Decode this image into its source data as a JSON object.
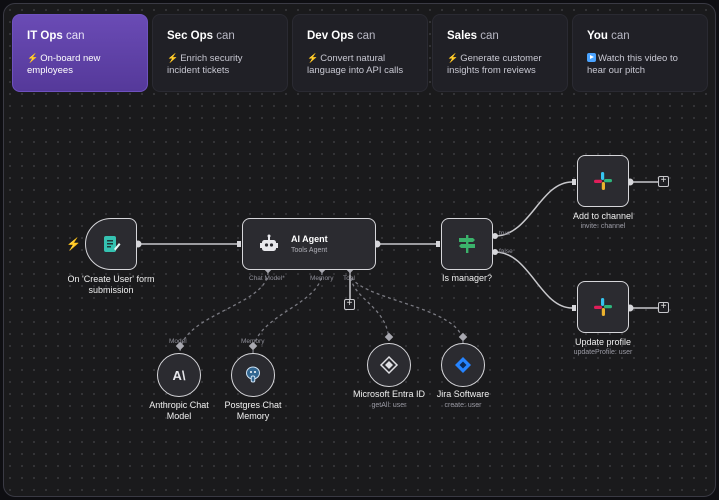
{
  "tabs": [
    {
      "team": "IT Ops",
      "can": "can",
      "icon": "bolt-icon",
      "desc_line1": "On-board new",
      "desc_line2": "employees",
      "active": true
    },
    {
      "team": "Sec Ops",
      "can": "can",
      "icon": "bolt-icon",
      "desc_line1": "Enrich security",
      "desc_line2": "incident tickets",
      "active": false
    },
    {
      "team": "Dev Ops",
      "can": "can",
      "icon": "bolt-icon",
      "desc_line1": "Convert natural",
      "desc_line2": "language into API calls",
      "active": false
    },
    {
      "team": "Sales",
      "can": "can",
      "icon": "bolt-icon",
      "desc_line1": "Generate customer",
      "desc_line2": "insights from reviews",
      "active": false
    },
    {
      "team": "You",
      "can": "can",
      "icon": "play-icon",
      "desc_line1": "Watch this video to",
      "desc_line2": "hear our pitch",
      "active": false
    }
  ],
  "workflow": {
    "trigger": {
      "label_line1": "On 'Create User' form",
      "label_line2": "submission"
    },
    "agent": {
      "title": "AI Agent",
      "subtitle": "Tools Agent",
      "port_chat_model": "Chat Model*",
      "port_memory": "Memory",
      "port_tool": "Tool"
    },
    "if": {
      "label": "Is manager?",
      "port_true": "true",
      "port_false": "false"
    },
    "slack_add": {
      "label": "Add to channel",
      "sublabel": "invite: channel"
    },
    "slack_update": {
      "label": "Update profile",
      "sublabel": "updateProfile: user"
    },
    "anthropic": {
      "port": "Model",
      "label_line1": "Anthropic Chat",
      "label_line2": "Model",
      "glyph": "A\\"
    },
    "postgres": {
      "port": "Memory",
      "label_line1": "Postgres Chat",
      "label_line2": "Memory"
    },
    "entra": {
      "label": "Microsoft Entra ID",
      "sublabel": "getAll: user"
    },
    "jira": {
      "label": "Jira Software",
      "sublabel": "create: user"
    }
  },
  "colors": {
    "accent": "#6a4bb5",
    "bolt": "#f4b740",
    "form_icon": "#35c2b1",
    "if_icon": "#3bb26b",
    "jira": "#2684ff"
  }
}
